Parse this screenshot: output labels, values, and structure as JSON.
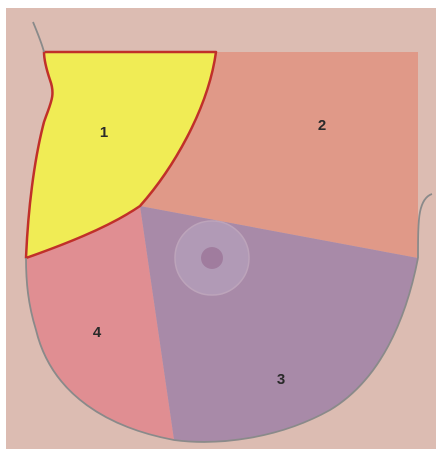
{
  "diagram": {
    "colors": {
      "background": "#dcbcb2",
      "outline": "#8a8a8a",
      "zone_1": "#f0ec55",
      "zone_1_border": "#c0302a",
      "zone_2": "#e09988",
      "zone_3": "#a88aa8",
      "zone_4": "#e08e92",
      "areola": "#b29cb8",
      "nipple": "#a07c9e"
    },
    "zones": [
      {
        "id": "1",
        "label": "1"
      },
      {
        "id": "2",
        "label": "2"
      },
      {
        "id": "3",
        "label": "3"
      },
      {
        "id": "4",
        "label": "4"
      }
    ]
  }
}
